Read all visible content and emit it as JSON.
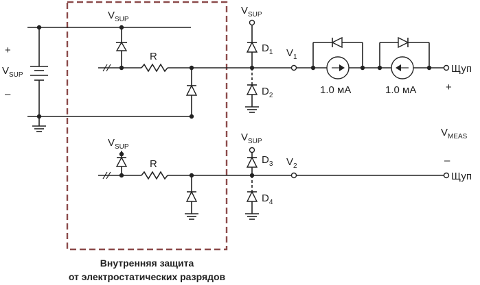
{
  "labels": {
    "vsup": "V",
    "vsup_sub": "SUP",
    "plus": "+",
    "minus": "–",
    "r": "R",
    "d1": "D",
    "d1_sub": "1",
    "d2": "D",
    "d2_sub": "2",
    "d3": "D",
    "d3_sub": "3",
    "d4": "D",
    "d4_sub": "4",
    "v1": "V",
    "v1_sub": "1",
    "v2": "V",
    "v2_sub": "2",
    "vmeas": "V",
    "vmeas_sub": "MEAS",
    "current1": "1.0 мА",
    "current2": "1.0 мА",
    "probe": "Щуп",
    "caption_line1": "Внутренняя защита",
    "caption_line2": "от электростатических разрядов"
  },
  "colors": {
    "wire": "#222222",
    "box": "#8b4a4a"
  }
}
